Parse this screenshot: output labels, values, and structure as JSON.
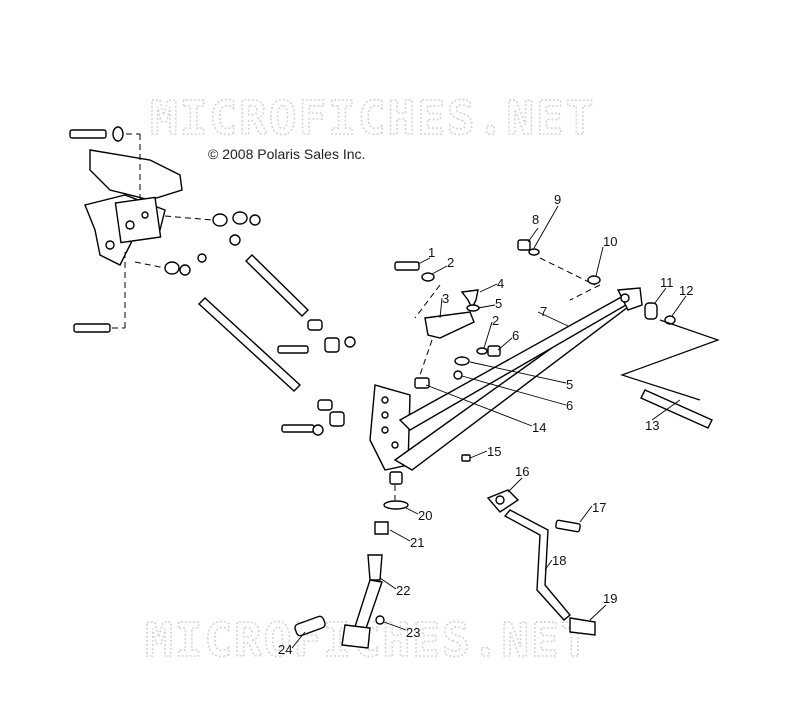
{
  "copyright": "© 2008 Polaris Sales Inc.",
  "watermark": "MICROFICHES.NET",
  "callouts": [
    "1",
    "2",
    "3",
    "4",
    "5",
    "2",
    "6",
    "7",
    "8",
    "9",
    "10",
    "11",
    "12",
    "5",
    "6",
    "13",
    "14",
    "15",
    "16",
    "17",
    "18",
    "19",
    "20",
    "21",
    "22",
    "23",
    "24"
  ]
}
